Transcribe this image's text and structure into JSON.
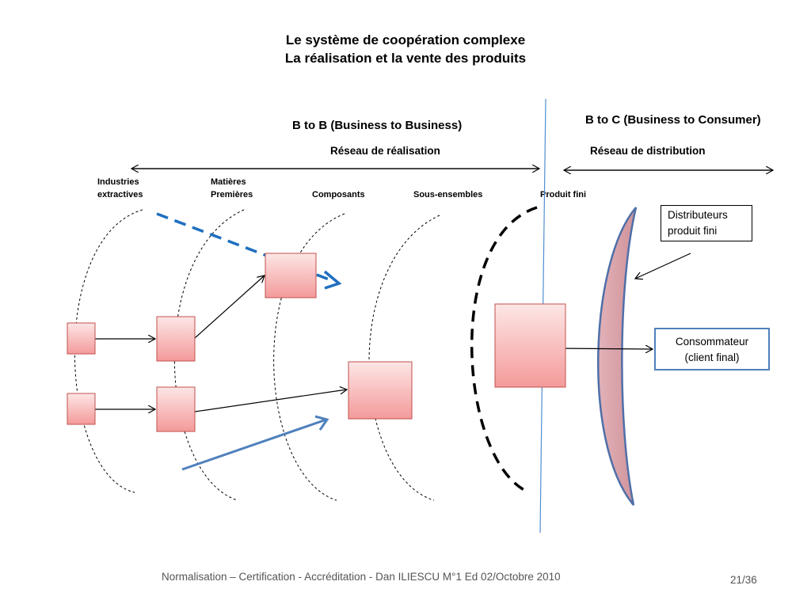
{
  "slide": {
    "title_line1": "Le système de coopération complexe",
    "title_line2": "La réalisation et  la vente des produits",
    "b2b_title": "B to B  (Business to Business)",
    "b2c_title": "B to C (Business to Consumer)",
    "b2b_network": "Réseau de réalisation",
    "b2c_network": "Réseau de distribution",
    "columns": {
      "industries_1": "Industries",
      "industries_2": "extractives",
      "matieres_1": "Matières",
      "matieres_2": "Premières",
      "composants": "Composants",
      "sous_ensembles": "Sous-ensembles",
      "produit_fini": "Produit fini"
    },
    "distributeurs_1": "Distributeurs",
    "distributeurs_2": "produit fini",
    "consommateur_1": "Consommateur",
    "consommateur_2": "(client final)",
    "footer": "Normalisation – Certification - Accréditation - Dan ILIESCU  M°1  Ed 02/Octobre 2010",
    "page": "21/36"
  },
  "colors": {
    "box_fill_top": "#fde6e6",
    "box_fill_bottom": "#f49a9a",
    "box_stroke": "#c0504d",
    "blue_dashed_arrow": "#1f6fc0",
    "blue_arrow": "#4f81bd",
    "divider_line": "#4f8fd0",
    "lens_fill": "#d9a3ab",
    "lens_stroke": "#4f6fa8",
    "consommateur_border": "#4f81bd"
  }
}
